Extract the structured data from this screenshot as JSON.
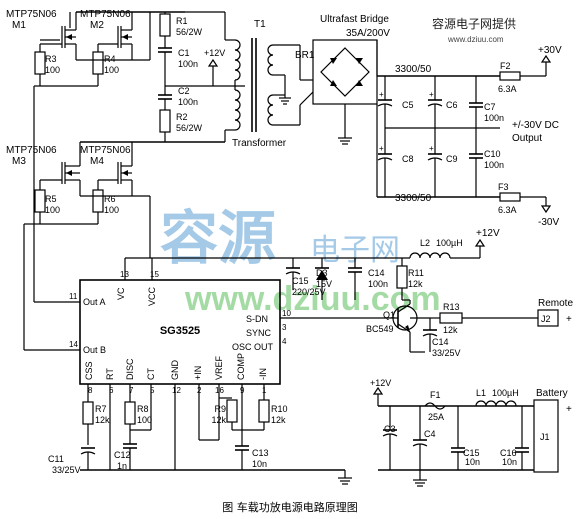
{
  "watermark": {
    "site_cn": "容源电子网提供",
    "site_url": "www.dziuu.com",
    "big_cn1": "容源",
    "big_cn2": "电子网",
    "big_url": "www.dziuu.com"
  },
  "mosfets": [
    {
      "part": "MTP75N06",
      "ref": "M1"
    },
    {
      "part": "MTP75N06",
      "ref": "M2"
    },
    {
      "part": "MTP75N06",
      "ref": "M3"
    },
    {
      "part": "MTP75N06",
      "ref": "M4"
    }
  ],
  "resistors": {
    "R3": {
      "ref": "R3",
      "val": "100"
    },
    "R4": {
      "ref": "R4",
      "val": "100"
    },
    "R5": {
      "ref": "R5",
      "val": "100"
    },
    "R6": {
      "ref": "R6",
      "val": "100"
    },
    "R1": {
      "ref": "R1",
      "val": "56/2W"
    },
    "R2": {
      "ref": "R2",
      "val": "56/2W"
    },
    "R7": {
      "ref": "R7",
      "val": "12k"
    },
    "R8": {
      "ref": "R8",
      "val": "100"
    },
    "R9": {
      "ref": "R9",
      "val": "12k"
    },
    "R10": {
      "ref": "R10",
      "val": "12k"
    },
    "R11": {
      "ref": "R11",
      "val": "12k"
    },
    "R13": {
      "ref": "R13",
      "val": "12k"
    }
  },
  "caps": {
    "C1": {
      "ref": "C1",
      "val": "100n"
    },
    "C2": {
      "ref": "C2",
      "val": "100n"
    },
    "C5": {
      "ref": "C5"
    },
    "C6": {
      "ref": "C6"
    },
    "C7": {
      "ref": "C7",
      "val": "100n"
    },
    "C8": {
      "ref": "C8"
    },
    "C9": {
      "ref": "C9"
    },
    "C10": {
      "ref": "C10",
      "val": "100n"
    },
    "C11": {
      "ref": "C11",
      "val": "33/25V"
    },
    "C12": {
      "ref": "C12",
      "val": "1n"
    },
    "C13": {
      "ref": "C13",
      "val": "10n"
    },
    "C14a": {
      "ref": "C14",
      "val": "100n"
    },
    "C14b": {
      "ref": "C14",
      "val": "33/25V"
    },
    "C15a": {
      "ref": "C15",
      "val": "220/25V"
    },
    "C3": {
      "ref": "C3"
    },
    "C4": {
      "ref": "C4"
    },
    "C15b": {
      "ref": "C15",
      "val": "10n"
    },
    "C16": {
      "ref": "C16",
      "val": "10n"
    }
  },
  "transformer": {
    "ref": "T1",
    "label": "Transformer"
  },
  "bridge": {
    "title": "Ultrafast Bridge",
    "rating": "35A/200V",
    "ref": "BR1"
  },
  "filter_caps_value_top": "3300/50",
  "filter_caps_value_bottom": "3300/50",
  "output": {
    "pos": "+30V",
    "neg": "-30V",
    "label1": "+/-30V DC",
    "label2": "Output",
    "F2": {
      "ref": "F2",
      "val": "6.3A"
    },
    "F3": {
      "ref": "F3",
      "val": "6.3A"
    }
  },
  "supply_12v": "+12V",
  "inductor_L2": {
    "ref": "L2",
    "val": "100µH"
  },
  "inductor_L1": {
    "ref": "L1",
    "val": "100µH"
  },
  "zener": {
    "ref": "D3",
    "val": "15V"
  },
  "transistor": {
    "ref": "Q1",
    "part": "BC549"
  },
  "remote": {
    "label": "Remote",
    "conn": "J2",
    "plus": "+"
  },
  "battery": {
    "label": "Battery",
    "conn": "J1",
    "plus": "+",
    "fuse_ref": "F1",
    "fuse_val": "25A"
  },
  "ic": {
    "name": "SG3525",
    "pins_left": [
      {
        "num": "11",
        "name": "Out A"
      },
      {
        "num": "14",
        "name": "Out B"
      }
    ],
    "pins_top": [
      {
        "num": "13",
        "name": "VC"
      },
      {
        "num": "15",
        "name": "VCC"
      }
    ],
    "pins_right": [
      {
        "num": "10",
        "name": "S-DN"
      },
      {
        "num": "3",
        "name": "SYNC"
      },
      {
        "num": "4",
        "name": "OSC OUT"
      }
    ],
    "pins_bottom": [
      {
        "num": "8",
        "name": "CSS"
      },
      {
        "num": "6",
        "name": "RT"
      },
      {
        "num": "7",
        "name": "DISC"
      },
      {
        "num": "5",
        "name": "CT"
      },
      {
        "num": "12",
        "name": "GND"
      },
      {
        "num": "2",
        "name": "+IN"
      },
      {
        "num": "16",
        "name": "VREF"
      },
      {
        "num": "9",
        "name": "COMP"
      },
      {
        "num": "1",
        "name": "-IN"
      }
    ]
  },
  "caption": "图  车载功放电源电路原理图"
}
